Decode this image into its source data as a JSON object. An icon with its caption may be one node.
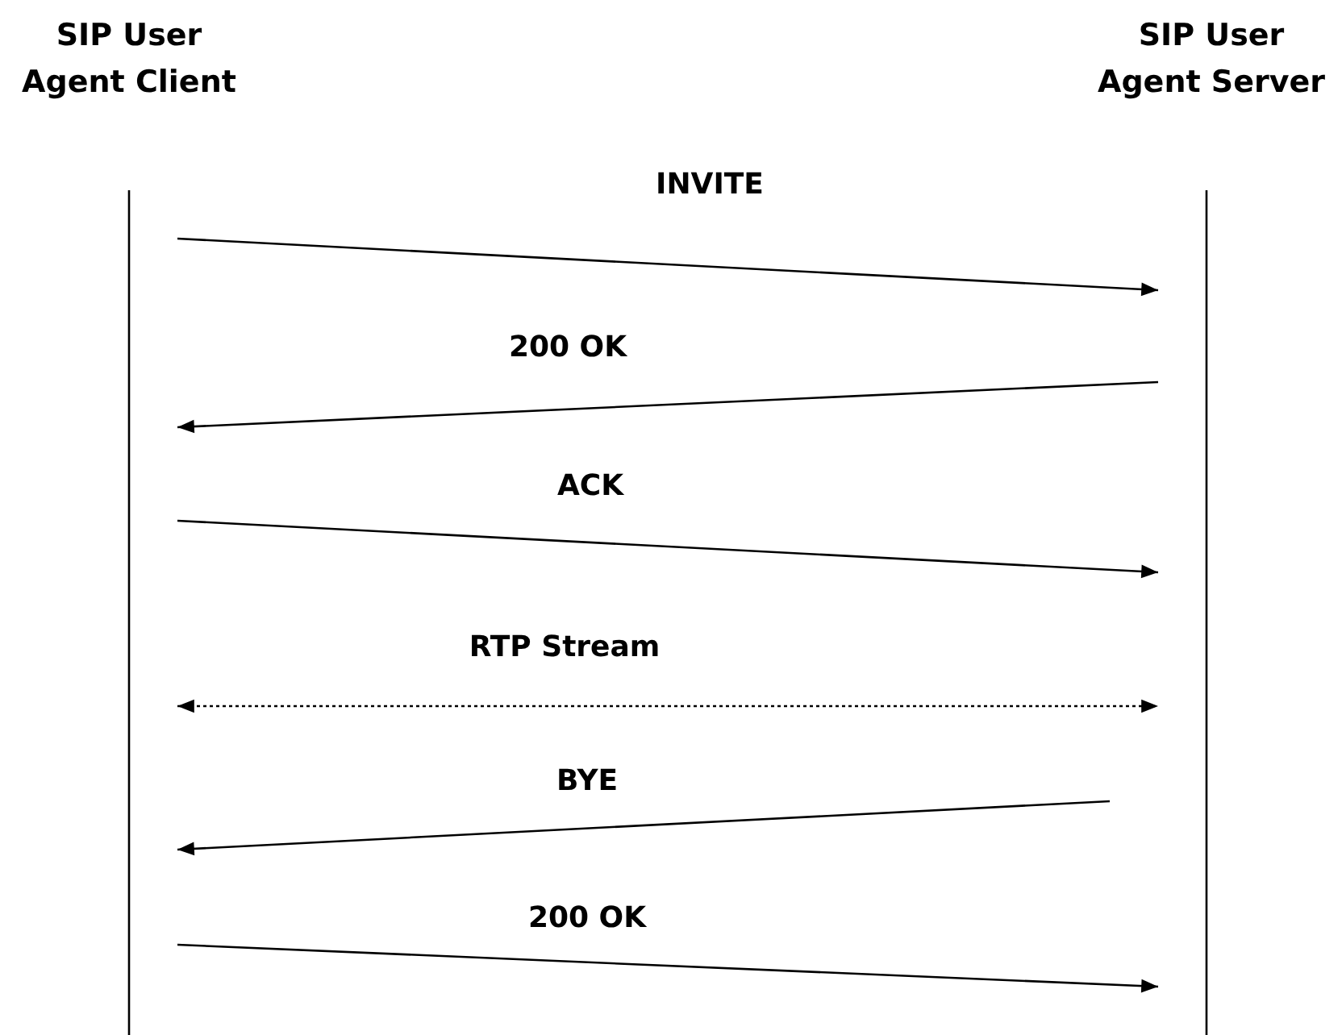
{
  "diagram": {
    "nodes": [
      {
        "text": [
          "SIP User Agent Client"
        ]
      },
      {
        "text": [
          "SIP User Agent Server"
        ]
      }
    ],
    "edges": [
      {
        "from": 0,
        "to": 1,
        "arrow": "to",
        "label": "INVITE"
      },
      {
        "from": 1,
        "to": 0,
        "arrow": "to",
        "label": "200 OK"
      },
      {
        "from": 0,
        "to": 1,
        "arrow": "to",
        "label": "ACK"
      },
      {
        "from": 0,
        "to": 1,
        "arrow": "both",
        "label": "RTP Stream",
        "style": "dashed"
      },
      {
        "from": 1,
        "to": 0,
        "arrow": "to",
        "label": "BYE"
      },
      {
        "from": 0,
        "to": 1,
        "arrow": "to",
        "label": "200 OK"
      }
    ]
  }
}
